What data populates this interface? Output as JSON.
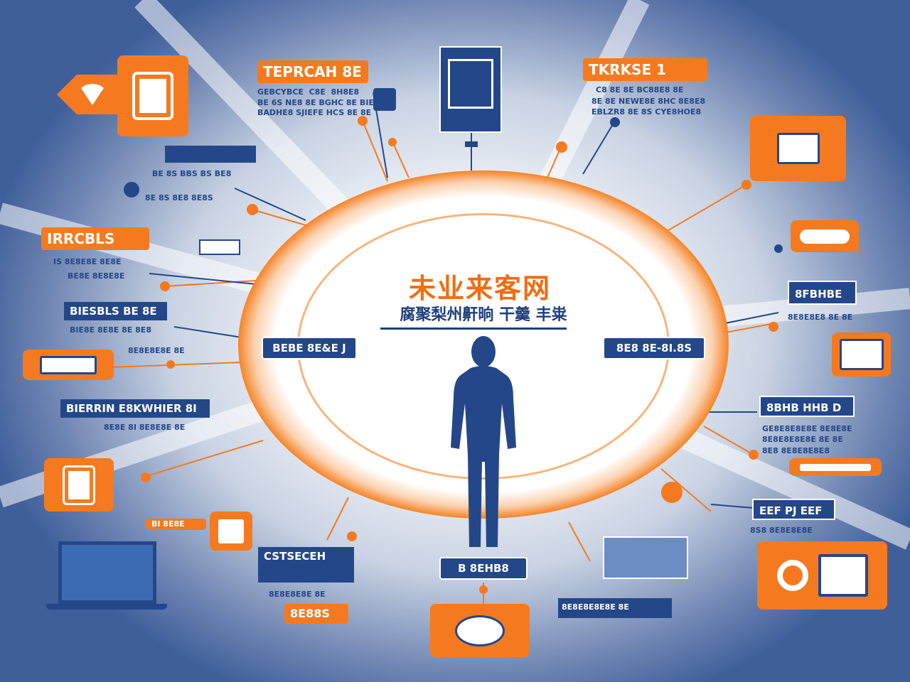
{
  "center": {
    "title": "未业来客网",
    "subtitle": "腐聚梨州鼾晌 干羹 丰粜"
  },
  "pills": {
    "left": "BEBE 8E&E J",
    "right": "8E8 8E-8I.8S",
    "bottom": "B 8EHB8"
  },
  "labels": {
    "top_left": "TEPRCAH 8E",
    "top_right": "TKRKSE 1",
    "left_1": "IRRCBLS",
    "left_2": "BIESBLS BE 8E",
    "left_3": "BIERRIN E8KWHIER 8I",
    "right_1": "8FBHBE",
    "right_2": "8BHB HHB D",
    "right_3": "EEF PJ EEF",
    "bottom_left": "8E88S",
    "mid_left_small": "BI 8E8E",
    "bottom_mid": "CSTSECEH"
  },
  "texts": {
    "tl1": "GEBCYBCE  C8E  8H8E8",
    "tl2": "BE 6S NE8 8E BGHC 8E BIE",
    "tl3": "BADHE8 SJIEFE HCS 8E 8E",
    "tr1": "C8 8E 8E BC88E8 8E",
    "tr2": "8E 8E NEWE8E 8HC 8E8E8",
    "tr3": "EBLZR8 8E 8S CYE8HOE8",
    "l1a": "BE 8S BBS BS BE8",
    "l1b": "8E 8S 8E8 8E8S",
    "l2a": "IS 8E8E8E 8E8E",
    "l2b": "BE8E 8E8E8E",
    "l3a": "BIE8E 8E8E 8E 8E8",
    "l3b": "8E8E8E8E 8E",
    "l4": "8E8E 8I 8E8E8E 8E",
    "r1": "8E8E8E8 8E 8E",
    "r2": "GE8E8E8E8E 8E8E8E",
    "r3": "8E8E8E8E8E 8E 8E",
    "r4": "8E8 8E8E8E8E8",
    "r5": "8S8 8E8E8E8E",
    "b1": "8E8E8E8E8E 8E",
    "b2": "8E8E8E8E 8E"
  },
  "colors": {
    "orange": "#f57a1f",
    "navy": "#24478a",
    "background_edge": "#3f5e9a"
  },
  "icons": [
    "wifi-icon",
    "person-silhouette-icon",
    "monitor-icon",
    "laptop-icon",
    "document-icon",
    "search-icon",
    "server-icon",
    "building-icon"
  ]
}
